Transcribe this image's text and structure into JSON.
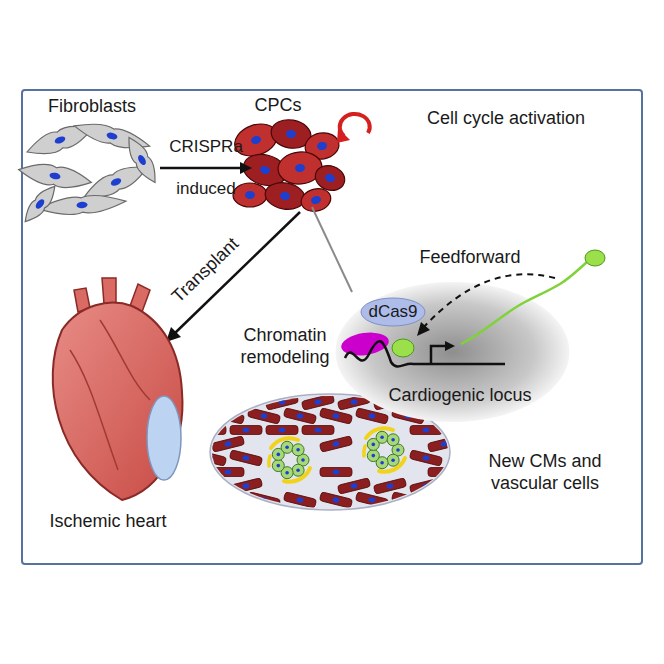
{
  "diagram": {
    "nodes": [
      {
        "text": [
          "Cardiogenic locus"
        ]
      },
      {
        "text": [
          "dCas9"
        ],
        "in": 0
      }
    ],
    "labels": [
      "Fibroblasts",
      "CRISPRa induced",
      "CPCs",
      "Cell cycle activation",
      "Feedforward",
      "Chromatin remodeling",
      "Transplant",
      "Ischemic heart",
      "New CMs and vascular cells"
    ]
  }
}
